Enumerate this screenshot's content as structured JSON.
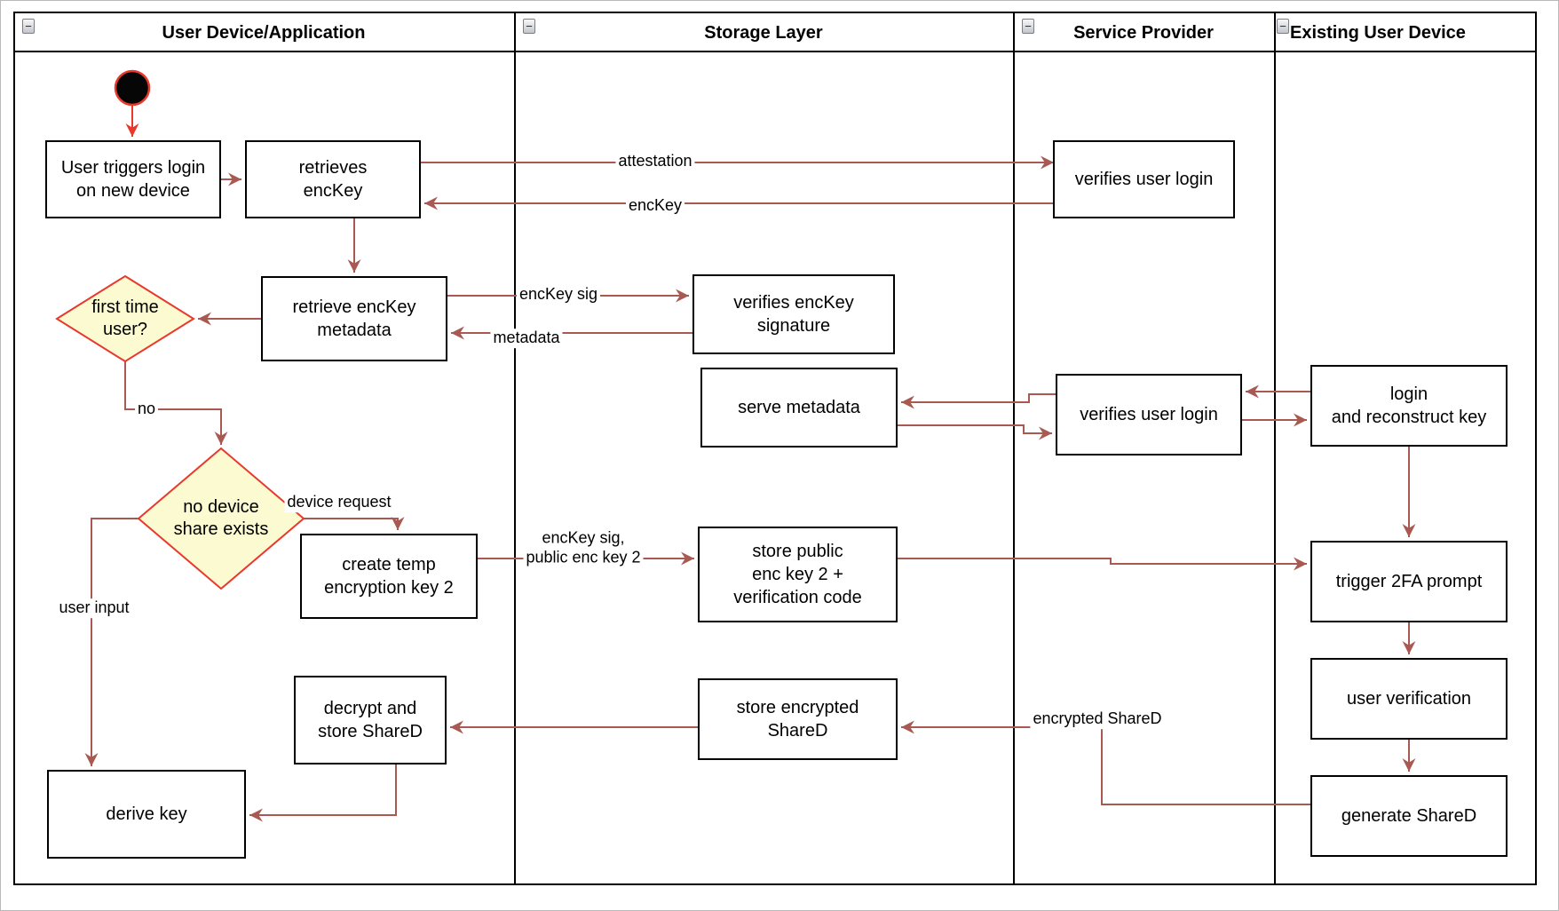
{
  "diagram": {
    "title": "device login / key reconstruction activity diagram",
    "lanes": [
      {
        "title": "User Device/Application",
        "icon": "collapse-minus-icon"
      },
      {
        "title": "Storage Layer",
        "icon": "collapse-minus-icon"
      },
      {
        "title": "Service Provider",
        "icon": "collapse-minus-icon"
      },
      {
        "title": "Existing User Device",
        "icon": "collapse-minus-icon"
      }
    ],
    "nodes": {
      "start": {
        "type": "initial-node"
      },
      "user_triggers": {
        "label": "User triggers login\non new device"
      },
      "retrieves_enckey": {
        "label": "retrieves\nencKey"
      },
      "verifies_user_login_1": {
        "label": "verifies user login"
      },
      "first_time_user": {
        "label": "first time\nuser?",
        "type": "decision"
      },
      "retrieve_enckey_metadata": {
        "label": "retrieve encKey\nmetadata"
      },
      "verifies_enckey_signature": {
        "label": "verifies encKey\nsignature"
      },
      "serve_metadata": {
        "label": "serve metadata"
      },
      "verifies_user_login_2": {
        "label": "verifies user login"
      },
      "login_and_reconstruct_key": {
        "label": "login\nand reconstruct key"
      },
      "no_device_share_exists": {
        "label": "no device\nshare exists",
        "type": "decision"
      },
      "create_temp_encryption_key_2": {
        "label": "create temp\nencryption key 2"
      },
      "store_public_enc_key_2": {
        "label": "store public\nenc key 2 +\nverification code"
      },
      "trigger_2fa_prompt": {
        "label": "trigger 2FA prompt"
      },
      "user_verification": {
        "label": "user verification"
      },
      "generate_shared": {
        "label": "generate ShareD"
      },
      "store_encrypted_shared": {
        "label": "store encrypted\nShareD"
      },
      "decrypt_and_store_shared": {
        "label": "decrypt and\nstore ShareD"
      },
      "derive_key": {
        "label": "derive key"
      }
    },
    "edge_labels": {
      "attestation": "attestation",
      "enckey": "encKey",
      "enckey_sig": "encKey sig",
      "metadata": "metadata",
      "no": "no",
      "device_request": "device request",
      "enckey_sig_public": "encKey sig,\npublic enc key 2",
      "user_input": "user input",
      "encrypted_shared": "encrypted ShareD"
    },
    "colors": {
      "arrow": "#A85A52",
      "start_accent": "#E8392C",
      "decision_fill": "#FCFAD0",
      "decision_border": "#E8392C",
      "node_fill": "#FFFFFF",
      "node_border": "#000000",
      "initial_fill": "#060606"
    }
  }
}
